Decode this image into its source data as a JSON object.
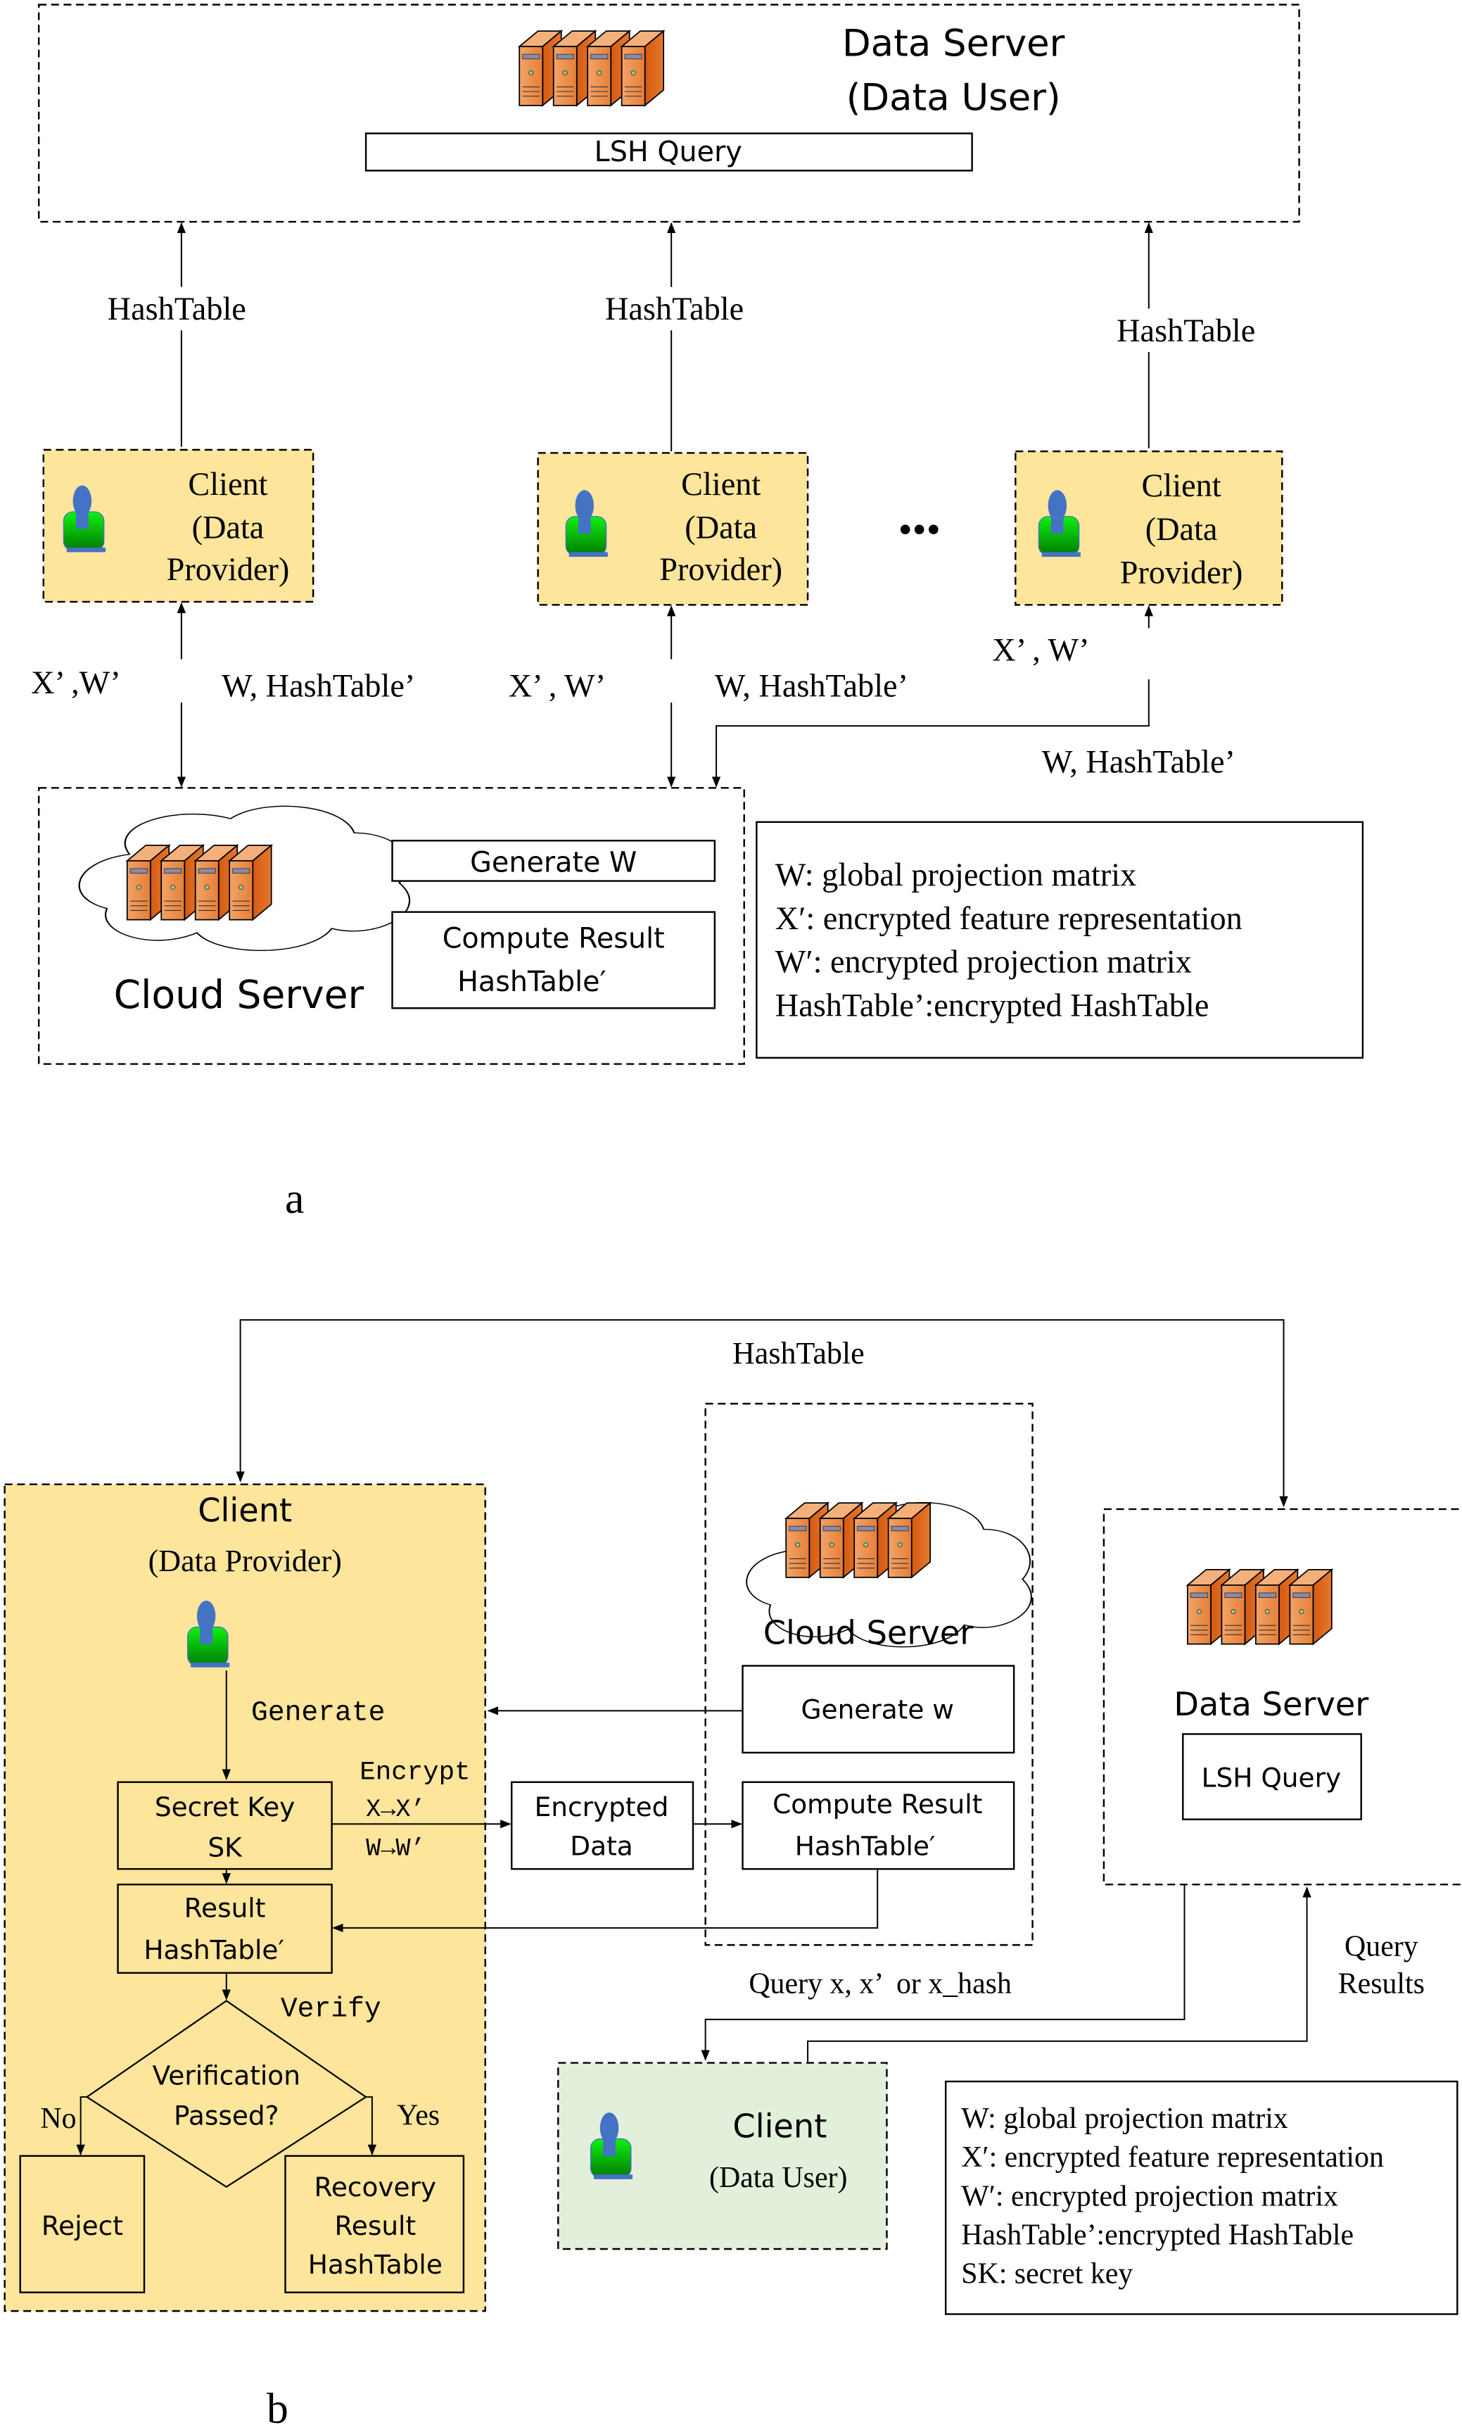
{
  "colors": {
    "client_provider_fill": "#fde59b",
    "client_user_fill": "#e2efda",
    "server_orange": "#e07020",
    "person_head": "#4472c4",
    "person_body": "#00cc00"
  },
  "part_a": {
    "label": "a",
    "data_server": {
      "title_line1": "Data Server",
      "title_line2": "(Data User)",
      "lsh_query": "LSH Query",
      "icon": "server-rack-icon"
    },
    "hashtable_labels": [
      "HashTable",
      "HashTable",
      "HashTable"
    ],
    "clients": [
      {
        "line1": "Client",
        "line2": "(Data",
        "line3": "Provider)",
        "icon": "person-icon"
      },
      {
        "line1": "Client",
        "line2": "(Data",
        "line3": "Provider)",
        "icon": "person-icon"
      },
      {
        "line1": "Client",
        "line2": "(Data",
        "line3": "Provider)",
        "icon": "person-icon"
      }
    ],
    "ellipsis": "•••",
    "flow_labels": {
      "c1_up": "X’ ,W’",
      "c1_down": "W, HashTable’",
      "c2_up": "X’ , W’",
      "c2_down": "W, HashTable’",
      "c3_up": "X’ , W’",
      "c3_down": "W, HashTable’"
    },
    "cloud_server": {
      "title": "Cloud Server",
      "generate": "Generate W",
      "compute_line1": "Compute Result",
      "compute_line2": "HashTable′",
      "icon": "cloud-server-icon"
    },
    "legend": [
      "W: global projection matrix",
      "X′: encrypted feature representation",
      "W′: encrypted projection matrix",
      "HashTable’:encrypted HashTable"
    ]
  },
  "part_b": {
    "label": "b",
    "hashtable_label": "HashTable",
    "client_provider": {
      "title": "Client",
      "subtitle": "(Data Provider)",
      "generate_label": "Generate",
      "secret_key_line1": "Secret Key",
      "secret_key_line2": "SK",
      "encrypt_label": "Encrypt",
      "encrypt_x": "X→X’",
      "encrypt_w": "W→W’",
      "result_line1": "Result",
      "result_line2": "HashTable′",
      "verify_label": "Verify",
      "decision_line1": "Verification",
      "decision_line2": "Passed?",
      "no_label": "No",
      "yes_label": "Yes",
      "reject": "Reject",
      "recovery_line1": "Recovery",
      "recovery_line2": "Result",
      "recovery_line3": "HashTable"
    },
    "encrypted_data_line1": "Encrypted",
    "encrypted_data_line2": "Data",
    "cloud_server": {
      "title": "Cloud Server",
      "generate": "Generate w",
      "compute_line1": "Compute Result",
      "compute_line2": "HashTable′"
    },
    "data_server": {
      "title": "Data Server",
      "lsh_query": "LSH Query"
    },
    "query_label": "Query x, x’  or x_hash",
    "query_results_line1": "Query",
    "query_results_line2": "Results",
    "client_user": {
      "title": "Client",
      "subtitle": "(Data User)"
    },
    "legend": [
      "W: global projection matrix",
      "X′: encrypted feature representation",
      "W′: encrypted projection matrix",
      "HashTable’:encrypted HashTable",
      "SK: secret key"
    ]
  }
}
